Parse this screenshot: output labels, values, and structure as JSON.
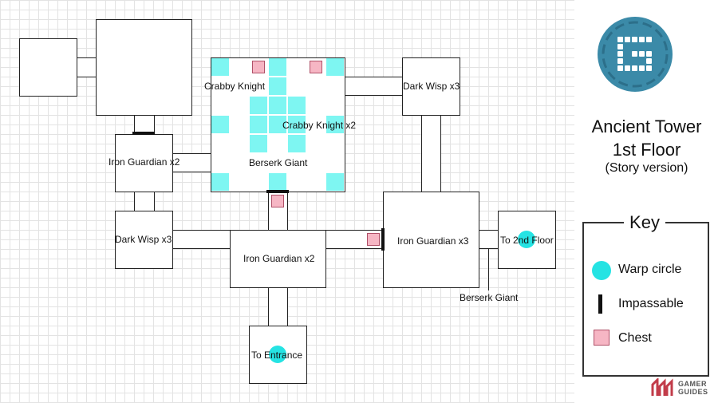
{
  "map": {
    "rooms": {
      "crabby_knight": "Crabby Knight",
      "crabby_knight_x2": "Crabby Knight x2",
      "berserk_giant_center": "Berserk Giant",
      "dark_wisp_x3_top": "Dark Wisp x3",
      "iron_guardian_x2_left": "Iron Guardian x2",
      "dark_wisp_x3_left": "Dark Wisp x3",
      "iron_guardian_x2_center": "Iron Guardian x2",
      "iron_guardian_x3": "Iron Guardian x3",
      "to_2nd_floor": "To 2nd Floor",
      "berserk_giant_right": "Berserk Giant",
      "to_entrance": "To Entrance"
    }
  },
  "title": {
    "line1": "Ancient Tower",
    "line2": "1st Floor",
    "line3": "(Story version)"
  },
  "key": {
    "title": "Key",
    "warp": "Warp circle",
    "impassable": "Impassable",
    "chest": "Chest"
  },
  "watermark": {
    "line1": "GAMER",
    "line2": "GUIDES"
  },
  "colors": {
    "warp": "#25e3e3",
    "chest": "#f6b6c4",
    "logo": "#3b8aa8"
  }
}
